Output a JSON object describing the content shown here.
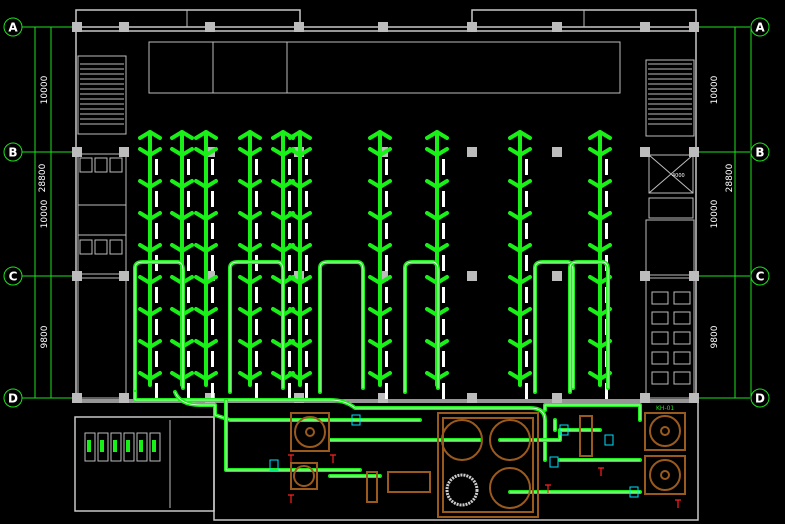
{
  "axes": {
    "left": [
      "A",
      "B",
      "C",
      "D"
    ],
    "right": [
      "A",
      "B",
      "C",
      "D"
    ]
  },
  "dimensions": {
    "left_segments": [
      "10000",
      "10000",
      "9800"
    ],
    "left_total": "28800",
    "right_segments": [
      "10000",
      "10000",
      "9800"
    ],
    "right_total": "28800"
  },
  "elevator_label": "4000",
  "equipment_labels": [
    "KH-01"
  ],
  "colors": {
    "background": "#000000",
    "wall": "#c8c8c8",
    "duct": "#18f018",
    "axis": "#1ee01e",
    "equipment": "#9a5a1e",
    "marker": "#ff2020",
    "flex": "#00e0ff"
  }
}
